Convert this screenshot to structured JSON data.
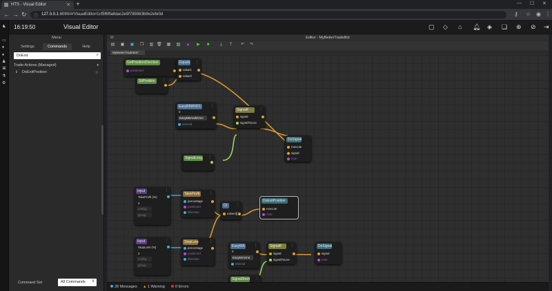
{
  "browser": {
    "tab_title": "HTS - Visual Editor",
    "url_host": "127.0.0.1",
    "url_rest": ":8090/#/VisualEditor/1cf5f6ffa8dac2e9f785963b9e2efe0d"
  },
  "header": {
    "time": "16:19:50",
    "title": "Visual Editor"
  },
  "sidebar": {
    "menu_title": "Menu",
    "tabs": [
      "Settings",
      "Commands",
      "Help"
    ],
    "active_tab": "Commands",
    "search_value": "DoExit",
    "section_label": "Trade Actions (Managed)",
    "item_label": "DoExitPosition",
    "command_set_label": "Command Set",
    "command_set_value": "All Commands"
  },
  "editor": {
    "title": "Editor - MyBetterTradeBot",
    "doc_tab": "MyBetterTradeBot*"
  },
  "nodes": {
    "get_position_direction": {
      "title": "GetPositionDirection",
      "pins": [
        "positionId"
      ]
    },
    "equals": {
      "title": "Equals",
      "pins": [
        "value1",
        "value2"
      ]
    },
    "sit_position": {
      "title": "SitPosition"
    },
    "easy_bbands": {
      "title": "EasyBBANDS",
      "value": "0",
      "field": "EasyBBAndsOne",
      "pins": [
        "interval"
      ]
    },
    "signal_if_top": {
      "title": "SignalIf",
      "pins": [
        "signal",
        "signalToUse"
      ]
    },
    "do_signal_top": {
      "title": "DoSignal",
      "pins": [
        "execute",
        "signal",
        "note"
      ]
    },
    "signal_long": {
      "title": "SignalLong"
    },
    "input_tp": {
      "title": "Input",
      "label": "TakeProfit (%)",
      "value": "2",
      "pins": [
        "config",
        "group"
      ]
    },
    "take_profit": {
      "title": "TakeProfit",
      "pins": [
        "percentage",
        "positionId",
        "direction"
      ]
    },
    "or_node": {
      "title": "Or",
      "pins": [
        "values[]"
      ]
    },
    "do_exit_position": {
      "title": "DoExitPosition",
      "pins": [
        "execute",
        "note"
      ]
    },
    "input_sl": {
      "title": "Input",
      "label": "StopLoss (%)",
      "value": "2",
      "pins": [
        "config",
        "group"
      ]
    },
    "stop_loss": {
      "title": "StopLoss",
      "pins": [
        "percentage",
        "positionId",
        "direction"
      ]
    },
    "easy_ma": {
      "title": "EasyMA",
      "value": "0",
      "field": "EasyMAOne",
      "pins": [
        "interval"
      ]
    },
    "signal_if_bottom": {
      "title": "SignalIf",
      "pins": [
        "signal",
        "signalToUse"
      ]
    },
    "do_signal_bottom": {
      "title": "DoSignal",
      "pins": [
        "signal",
        "note"
      ]
    },
    "signal_short": {
      "title": "SignalShort"
    }
  },
  "status": {
    "messages": "28 Messages",
    "warnings": "1 Warning",
    "errors": "0 Errors"
  },
  "colors": {
    "pin_orange": "#e0a030",
    "pin_green": "#9fe04a",
    "pin_blue": "#39b0e6",
    "pin_purple": "#b14fd8",
    "wire_orange": "#d89b2e",
    "wire_green": "#9bd85a",
    "wire_blue": "#3aa9d8"
  }
}
